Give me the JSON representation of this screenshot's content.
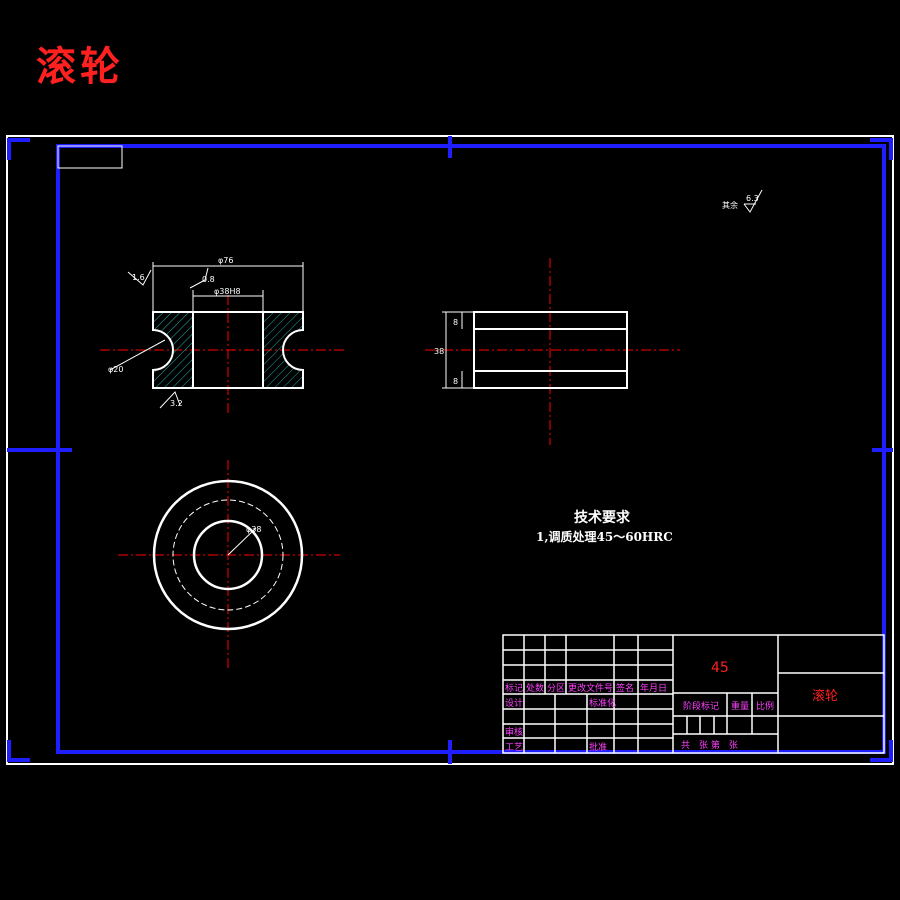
{
  "title": "滚轮",
  "roughness": {
    "note": "其余",
    "value": "6.3"
  },
  "dimensions": {
    "outer_diameter": "φ76",
    "inner_diameter": "φ38H8",
    "groove_radius": "φ20",
    "chamfer_top": "1.6",
    "chamfer_inner": "0.8",
    "chamfer_bottom": "3.2",
    "side_top": "8",
    "side_height": "38",
    "side_bottom": "8",
    "circle_label": "φ38"
  },
  "tech_requirements": {
    "heading": "技术要求",
    "line1": "1,调质处理45～60HRC"
  },
  "title_block": {
    "material": "45",
    "part_name": "滚轮",
    "labels": {
      "mark": "标记",
      "count": "处数",
      "zone": "分区",
      "change_doc": "更改文件号",
      "sign": "签名",
      "date": "年月日",
      "design": "设计",
      "standard": "标准化",
      "review": "审核",
      "process": "工艺",
      "approve": "批准",
      "stage": "阶段标记",
      "weight": "重量",
      "scale": "比例",
      "sheets": "共　张 第　张"
    }
  },
  "colors": {
    "frame_white": "#ffffff",
    "frame_blue": "#1e1eff",
    "accent_red": "#ff2020",
    "center_red": "#ff0000",
    "label_magenta": "#ff40ff"
  }
}
